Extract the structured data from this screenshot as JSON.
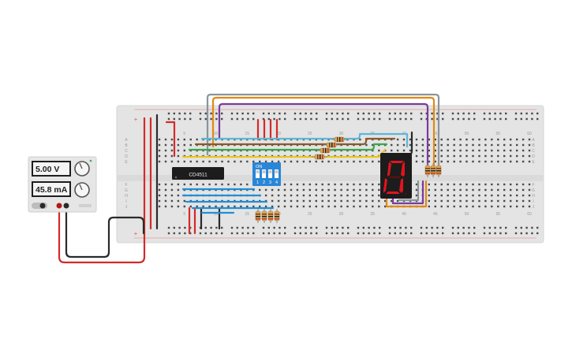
{
  "power_supply": {
    "voltage": "5.00 V",
    "current": "45.8 mA"
  },
  "chip": {
    "label": "CD4511"
  },
  "dip_switch": {
    "on_label": "ON",
    "positions": [
      "1",
      "2",
      "3",
      "4"
    ]
  },
  "breadboard": {
    "row_letters_top": [
      "A",
      "B",
      "C",
      "D",
      "E"
    ],
    "row_letters_bottom": [
      "F",
      "G",
      "H",
      "I",
      "J"
    ],
    "column_numbers": [
      "5",
      "10",
      "15",
      "20",
      "25",
      "30",
      "35",
      "40",
      "45",
      "50",
      "55",
      "60"
    ],
    "rail_plus": "+",
    "rail_minus": "−"
  },
  "display": {
    "digit": "0"
  },
  "colors": {
    "board": "#e4e4e4",
    "red_wire": "#d42a2a",
    "black_wire": "#2a2a2a",
    "blue_wire": "#1f8fd6",
    "green_wire": "#3aa84a",
    "yellow_wire": "#e6c619",
    "brown_wire": "#8a5a2b",
    "orange_wire": "#e08a14",
    "purple_wire": "#7a3aa0",
    "gray_wire": "#8a949c",
    "lightblue_wire": "#5bb8d8",
    "segment_on": "#e0141e",
    "dip_blue": "#2a86d6"
  }
}
